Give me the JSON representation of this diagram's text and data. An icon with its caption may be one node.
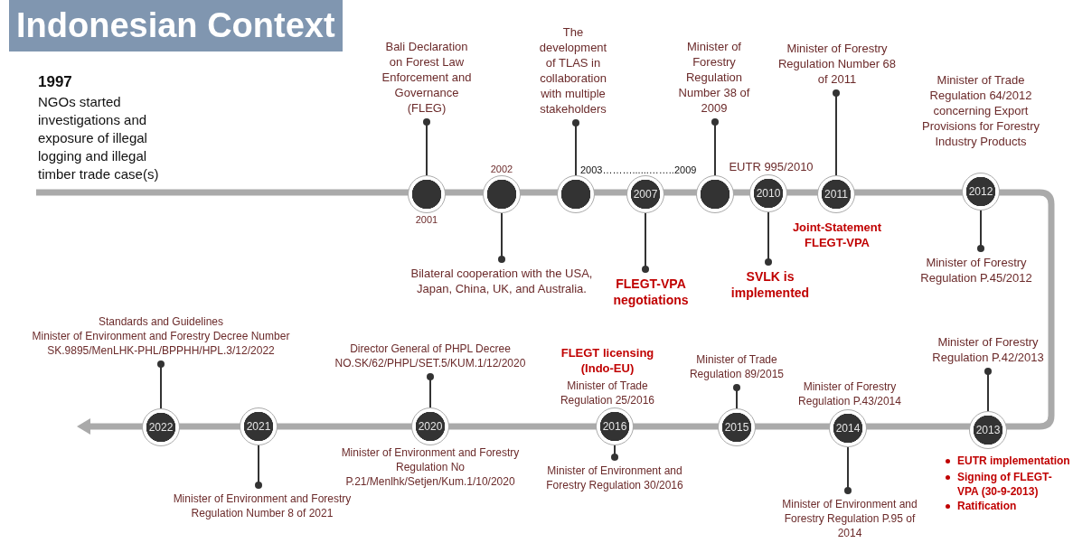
{
  "diagram": {
    "title": "Indonesian Context",
    "nodes": [
      {
        "text": [],
        "shape": "circle",
        "beside": [
          "2001"
        ]
      },
      {
        "text": [
          "Bali Declaration on Forest Law Enforcement and Governance (FLEG)"
        ]
      },
      {
        "text": [],
        "shape": "circle",
        "beside": [
          "2002"
        ]
      },
      {
        "text": [
          "Bilateral cooperation with the USA, Japan, China, UK, and Australia."
        ]
      },
      {
        "text": [],
        "shape": "circle"
      },
      {
        "text": [
          "The development of TLAS in collaboration with multiple stakeholders"
        ]
      },
      {
        "text": [
          "2007"
        ]
      },
      {
        "text": [
          "FLEGT-VPA negotiations"
        ]
      },
      {
        "text": [],
        "shape": "circle"
      },
      {
        "text": [
          "Minister of Forestry Regulation Number 38 of 2009"
        ]
      },
      {
        "text": [
          "2010"
        ],
        "beside": [
          "EUTR 995/2010"
        ]
      },
      {
        "text": [
          "SVLK is implemented"
        ]
      },
      {
        "text": [
          "2011"
        ],
        "beside": [
          "Joint-Statement FLEGT-VPA"
        ]
      },
      {
        "text": [
          "Minister of Forestry Regulation Number 68 of 2011"
        ]
      },
      {
        "text": [
          "2012"
        ],
        "beside": [
          "Minister of Trade Regulation 64/2012 concerning Export Provisions for Forestry Industry Products"
        ]
      },
      {
        "text": [
          "Minister of Forestry Regulation P.45/2012"
        ]
      },
      {
        "text": [
          "2022"
        ]
      },
      {
        "text": [
          "Standards and Guidelines",
          "Minister of Environment and Forestry Decree Number SK.9895/MenLHK-PHL/BPPHH/HPL.3/12/2022"
        ]
      },
      {
        "text": [
          "2021"
        ]
      },
      {
        "text": [
          "Minister of Environment and Forestry Regulation Number 8 of 2021"
        ]
      },
      {
        "text": [
          "2020"
        ],
        "beside": [
          "Minister of Environment and Forestry Regulation No P.21/Menlhk/Setjen/Kum.1/10/2020"
        ]
      },
      {
        "text": [
          "Director General of PHPL Decree NO.SK/62/PHPL/SET.5/KUM.1/12/2020"
        ]
      },
      {
        "text": [
          "2016"
        ],
        "beside": [
          "FLEGT licensing (Indo-EU)",
          "Minister of Trade Regulation 25/2016"
        ]
      },
      {
        "text": [
          "Minister of Environment and Forestry Regulation 30/2016"
        ]
      },
      {
        "text": [
          "2015"
        ]
      },
      {
        "text": [
          "Minister of Trade Regulation 89/2015"
        ]
      },
      {
        "text": [
          "2014"
        ],
        "beside": [
          "Minister of Forestry Regulation P.43/2014"
        ]
      },
      {
        "text": [
          "Minister of Environment and Forestry Regulation P.95 of 2014"
        ]
      },
      {
        "text": [
          "2013"
        ],
        "beside": [
          "EUTR implementation",
          "Signing of FLEGT-VPA (30-9-2013)",
          "Ratification"
        ]
      },
      {
        "text": [
          "Minister of Forestry Regulation P.42/2013"
        ]
      }
    ],
    "edges": [
      {
        "from": 1,
        "to": 0,
        "arrow": "other"
      },
      {
        "from": 3,
        "to": 2,
        "arrow": "other"
      },
      {
        "from": 5,
        "to": 4,
        "arrow": "other"
      },
      {
        "from": 7,
        "to": 6,
        "arrow": "other"
      },
      {
        "from": 9,
        "to": 8,
        "arrow": "other"
      },
      {
        "from": 11,
        "to": 10,
        "arrow": "other"
      },
      {
        "from": 13,
        "to": 12,
        "arrow": "other"
      },
      {
        "from": 15,
        "to": 14,
        "arrow": "other"
      },
      {
        "from": 17,
        "to": 16,
        "arrow": "other"
      },
      {
        "from": 19,
        "to": 18,
        "arrow": "other"
      },
      {
        "from": 21,
        "to": 20,
        "arrow": "other"
      },
      {
        "from": 23,
        "to": 22,
        "arrow": "other"
      },
      {
        "from": 25,
        "to": 24,
        "arrow": "other"
      },
      {
        "from": 27,
        "to": 26,
        "arrow": "other"
      },
      {
        "from": 29,
        "to": 28,
        "arrow": "other"
      }
    ],
    "labels": [
      "1997",
      "NGOs started investigations and exposure of illegal logging and illegal timber trade case(s)",
      "2003………......……..2009"
    ]
  }
}
